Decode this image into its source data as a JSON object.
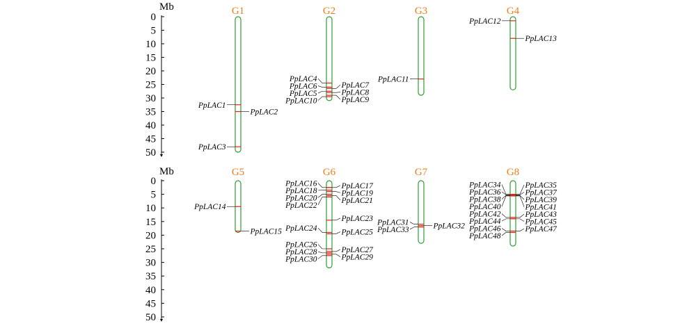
{
  "colors": {
    "chromosome_outline": "#2e9e2e",
    "chromosome_label": "#f07d1a",
    "gene_marker": "#e0221e",
    "text": "#000000"
  },
  "axis": {
    "unit": "Mb",
    "ticks": [
      0,
      5,
      10,
      15,
      20,
      25,
      30,
      35,
      40,
      45,
      50
    ]
  },
  "panels": [
    {
      "chromosomes": [
        {
          "name": "G1",
          "length_mb": 50,
          "genes": [
            {
              "id": "PpLAC1",
              "pos": 32.5,
              "side": "left"
            },
            {
              "id": "PpLAC2",
              "pos": 35,
              "side": "right"
            },
            {
              "id": "PpLAC3",
              "pos": 48,
              "side": "left"
            }
          ]
        },
        {
          "name": "G2",
          "length_mb": 31,
          "genes": [
            {
              "id": "PpLAC4",
              "pos": 24.5,
              "side": "left"
            },
            {
              "id": "PpLAC5",
              "pos": 27.5,
              "side": "left"
            },
            {
              "id": "PpLAC6",
              "pos": 26,
              "side": "left"
            },
            {
              "id": "PpLAC7",
              "pos": 26.5,
              "side": "right"
            },
            {
              "id": "PpLAC8",
              "pos": 28,
              "side": "right"
            },
            {
              "id": "PpLAC9",
              "pos": 29,
              "side": "right"
            },
            {
              "id": "PpLAC10",
              "pos": 29.5,
              "side": "left"
            }
          ]
        },
        {
          "name": "G3",
          "length_mb": 29,
          "genes": [
            {
              "id": "PpLAC11",
              "pos": 23,
              "side": "left"
            }
          ]
        },
        {
          "name": "G4",
          "length_mb": 27,
          "genes": [
            {
              "id": "PpLAC12",
              "pos": 1.5,
              "side": "left"
            },
            {
              "id": "PpLAC13",
              "pos": 8,
              "side": "right"
            }
          ]
        }
      ]
    },
    {
      "chromosomes": [
        {
          "name": "G5",
          "length_mb": 19,
          "genes": [
            {
              "id": "PpLAC14",
              "pos": 9.5,
              "side": "left"
            },
            {
              "id": "PpLAC15",
              "pos": 18.5,
              "side": "right"
            }
          ]
        },
        {
          "name": "G6",
          "length_mb": 32,
          "genes": [
            {
              "id": "PpLAC16",
              "pos": 2.5,
              "side": "left"
            },
            {
              "id": "PpLAC17",
              "pos": 2.5,
              "side": "right"
            },
            {
              "id": "PpLAC18",
              "pos": 3.5,
              "side": "left"
            },
            {
              "id": "PpLAC19",
              "pos": 4,
              "side": "right"
            },
            {
              "id": "PpLAC20",
              "pos": 5,
              "side": "left"
            },
            {
              "id": "PpLAC21",
              "pos": 5.5,
              "side": "right"
            },
            {
              "id": "PpLAC22",
              "pos": 6,
              "side": "left"
            },
            {
              "id": "PpLAC23",
              "pos": 14.5,
              "side": "right"
            },
            {
              "id": "PpLAC24",
              "pos": 19,
              "side": "left"
            },
            {
              "id": "PpLAC25",
              "pos": 19.5,
              "side": "right"
            },
            {
              "id": "PpLAC26",
              "pos": 25,
              "side": "left"
            },
            {
              "id": "PpLAC27",
              "pos": 26,
              "side": "right"
            },
            {
              "id": "PpLAC28",
              "pos": 26.5,
              "side": "left"
            },
            {
              "id": "PpLAC29",
              "pos": 27,
              "side": "right"
            },
            {
              "id": "PpLAC30",
              "pos": 27.5,
              "side": "left"
            }
          ]
        },
        {
          "name": "G7",
          "length_mb": 23,
          "genes": [
            {
              "id": "PpLAC31",
              "pos": 16,
              "side": "left"
            },
            {
              "id": "PpLAC32",
              "pos": 16.5,
              "side": "right"
            },
            {
              "id": "PpLAC33",
              "pos": 17,
              "side": "left"
            }
          ]
        },
        {
          "name": "G8",
          "length_mb": 24,
          "genes": [
            {
              "id": "PpLAC34",
              "pos": 5,
              "side": "left"
            },
            {
              "id": "PpLAC35",
              "pos": 5,
              "side": "right"
            },
            {
              "id": "PpLAC36",
              "pos": 5.2,
              "side": "left"
            },
            {
              "id": "PpLAC37",
              "pos": 5.2,
              "side": "right"
            },
            {
              "id": "PpLAC38",
              "pos": 5.4,
              "side": "left"
            },
            {
              "id": "PpLAC39",
              "pos": 5.4,
              "side": "right"
            },
            {
              "id": "PpLAC40",
              "pos": 5.6,
              "side": "left"
            },
            {
              "id": "PpLAC41",
              "pos": 5.6,
              "side": "right"
            },
            {
              "id": "PpLAC42",
              "pos": 13.5,
              "side": "left"
            },
            {
              "id": "PpLAC43",
              "pos": 13.5,
              "side": "right"
            },
            {
              "id": "PpLAC44",
              "pos": 14,
              "side": "left"
            },
            {
              "id": "PpLAC45",
              "pos": 14,
              "side": "right"
            },
            {
              "id": "PpLAC46",
              "pos": 18.5,
              "side": "left"
            },
            {
              "id": "PpLAC47",
              "pos": 18.5,
              "side": "right"
            },
            {
              "id": "PpLAC48",
              "pos": 19,
              "side": "left"
            }
          ]
        }
      ]
    }
  ]
}
